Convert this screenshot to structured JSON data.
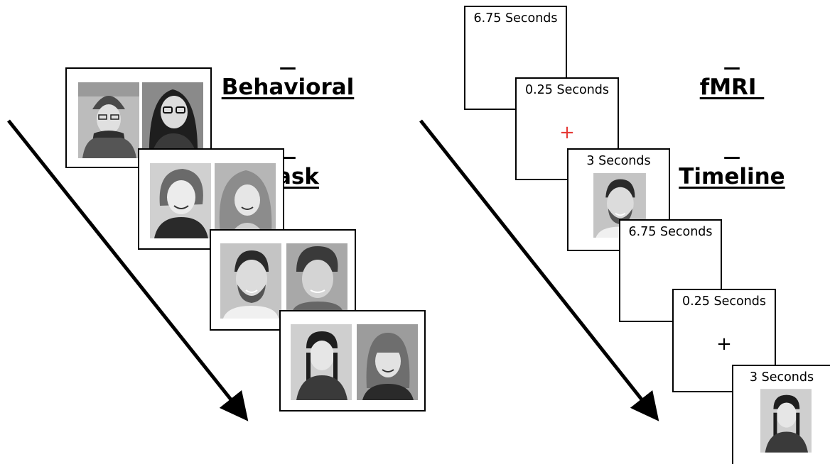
{
  "behavioral": {
    "title_line1": "Behavioral",
    "title_line2": " Task",
    "face_pairs": [
      {
        "left_face": "face-photo-woman-beanie",
        "right_face": "face-photo-woman-glasses"
      },
      {
        "left_face": "face-photo-woman-smiling",
        "right_face": "face-photo-woman-wavy-hair"
      },
      {
        "left_face": "face-photo-man-beard",
        "right_face": "face-photo-man-curly-hair"
      },
      {
        "left_face": "face-photo-woman-braids",
        "right_face": "face-photo-woman-bangs"
      }
    ]
  },
  "fmri": {
    "title_line1": "fMRI ",
    "title_line2": "Timeline",
    "slides": [
      {
        "duration_label": "6.75 Seconds",
        "content": "blank"
      },
      {
        "duration_label": "0.25 Seconds",
        "content": "fixation",
        "fixation_symbol": "+",
        "fixation_color": "#e53935"
      },
      {
        "duration_label": "3 Seconds",
        "content": "face",
        "face": "face-photo-man-beard"
      },
      {
        "duration_label": "6.75 Seconds",
        "content": "blank"
      },
      {
        "duration_label": "0.25 Seconds",
        "content": "fixation",
        "fixation_symbol": "+",
        "fixation_color": "#000000"
      },
      {
        "duration_label": "3 Seconds",
        "content": "face",
        "face": "face-photo-woman-braids"
      }
    ]
  },
  "colors": {
    "red_fixation": "#e53935",
    "black": "#000000",
    "photo_background": "#c9c9c9"
  }
}
